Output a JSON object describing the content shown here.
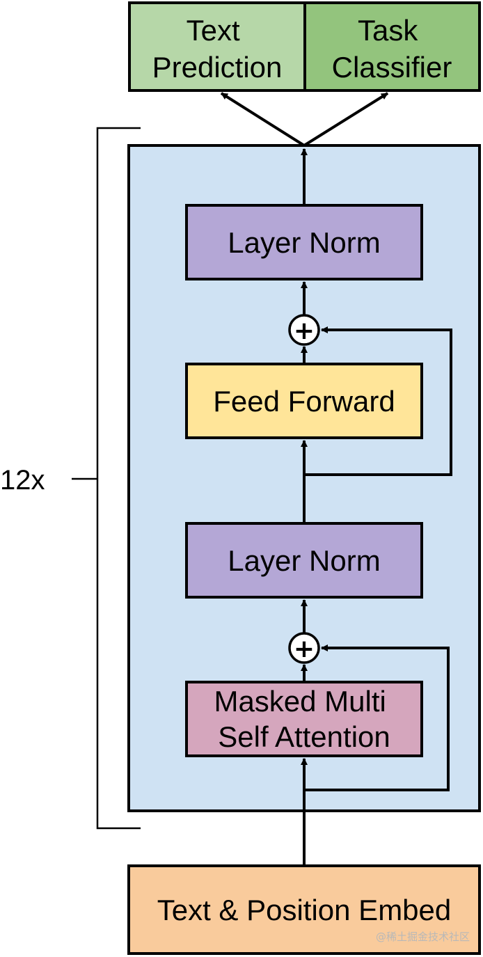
{
  "outputs": {
    "text_prediction": [
      "Text",
      "Prediction"
    ],
    "task_classifier": [
      "Task",
      "Classifier"
    ]
  },
  "block": {
    "repeat_label": "12x",
    "layer_norm_top": "Layer Norm",
    "feed_forward": "Feed Forward",
    "layer_norm_bottom": "Layer Norm",
    "masked_attention": [
      "Masked Multi",
      "Self Attention"
    ],
    "add_symbol": "+"
  },
  "input": {
    "embed_label": "Text & Position Embed"
  },
  "watermark": "@稀土掘金技术社区",
  "colors": {
    "block_bg": "#cfe2f3",
    "text_prediction": "#b6d7a8",
    "task_classifier": "#93c47d",
    "layer_norm": "#b4a7d6",
    "feed_forward": "#ffe599",
    "masked_attention": "#d5a6bd",
    "embed": "#f9cb9c",
    "stroke": "#000000"
  }
}
